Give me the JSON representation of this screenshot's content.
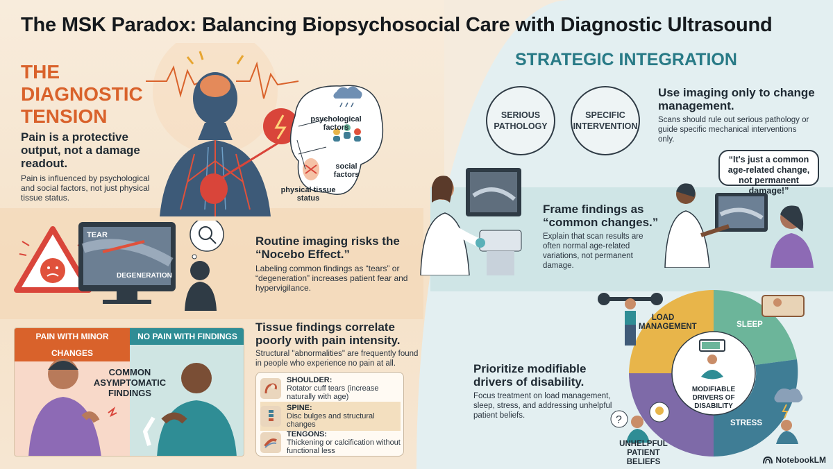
{
  "title": "The MSK Paradox: Balancing Biopsychosocial Care with Diagnostic Ultrasound",
  "left_section": {
    "heading": "THE DIAGNOSTIC TENSION",
    "pain": {
      "headline": "Pain is a protective output, not a damage readout.",
      "body": "Pain is influenced by psychological and social factors, not just physical tissue status.",
      "factors": [
        "psychological factors",
        "social factors",
        "physical tissue status"
      ]
    },
    "nocebo": {
      "headline": "Routine imaging risks the “Nocebo Effect.”",
      "body": "Labeling common findings as “tears” or “degeneration” increases patient fear and hypervigilance.",
      "screen_labels": [
        "TEAR",
        "DEGENERATION"
      ]
    },
    "correlation": {
      "tab_left": "PAIN WITH MINOR CHANGES",
      "tab_right": "NO PAIN WITH FINDINGS",
      "center_label": "COMMON ASYMPTOMATIC FINDINGS",
      "headline": "Tissue findings correlate poorly with pain intensity.",
      "body": "Structural \"abnormalities\" are frequently found in people who experience no pain at all.",
      "findings": [
        {
          "label": "SHOULDER:",
          "text": "Rotator cuff tears (increase naturally with age)"
        },
        {
          "label": "SPINE:",
          "text": "Disc bulges and structural changes"
        },
        {
          "label": "TENGONS:",
          "text": "Thickening or calcification without functional less"
        }
      ]
    }
  },
  "right_section": {
    "heading": "STRATEGIC INTEGRATION",
    "imaging": {
      "circles": [
        "SERIOUS PATHOLOGY",
        "SPECIFIC INTERVENTION"
      ],
      "headline": "Use imaging only to change management.",
      "body": "Scans should rule out serious pathology or guide specific mechanical interventions only."
    },
    "framing": {
      "quote": "“It's just a common age-related change, not permanent damage!”",
      "headline": "Frame findings as “common changes.”",
      "body": "Explain that scan results are often normal age-related variations, not permanent damage."
    },
    "drivers": {
      "headline": "Prioritize modifiable drivers of disability.",
      "body": "Focus treatment on load management, sleep, stress, and addressing unhelpful patient beliefs.",
      "center": "MODIFIABLE DRIVERS OF DISABILITY",
      "segments": [
        "LOAD MANAGEMENT",
        "SLEEP",
        "STRESS",
        "UNHELPFUL PATIENT BELIEFS"
      ],
      "colors": [
        "#e8b54a",
        "#6cb59a",
        "#3f7d95",
        "#7e6aa8"
      ]
    }
  },
  "brand": "NotebookLM",
  "colors": {
    "accent_orange": "#d9622b",
    "accent_teal": "#287a86"
  }
}
